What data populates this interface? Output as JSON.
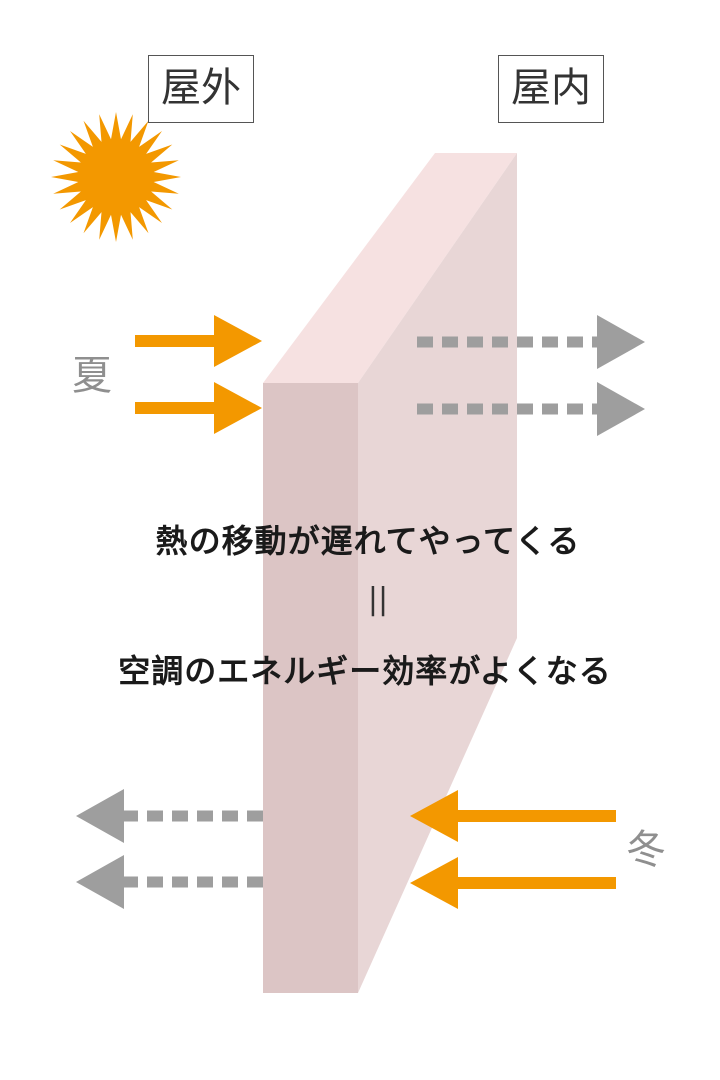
{
  "labels": {
    "outdoor": "屋外",
    "indoor": "屋内",
    "summer": "夏",
    "winter": "冬"
  },
  "caption": {
    "line1": "熱の移動が遅れてやってくる",
    "equals": "||",
    "line2": "空調のエネルギー効率がよくなる"
  },
  "icons": {
    "sun": "sun-icon",
    "arrow": "arrow-icon"
  },
  "colors": {
    "sun": "#f39800",
    "heat_arrow": "#f39800",
    "delayed_arrow": "#9e9e9e",
    "wall_front": "#dcc5c5",
    "wall_side": "#e8d6d6",
    "wall_top": "#f6e1e1",
    "season_text": "#8f8f8f"
  }
}
